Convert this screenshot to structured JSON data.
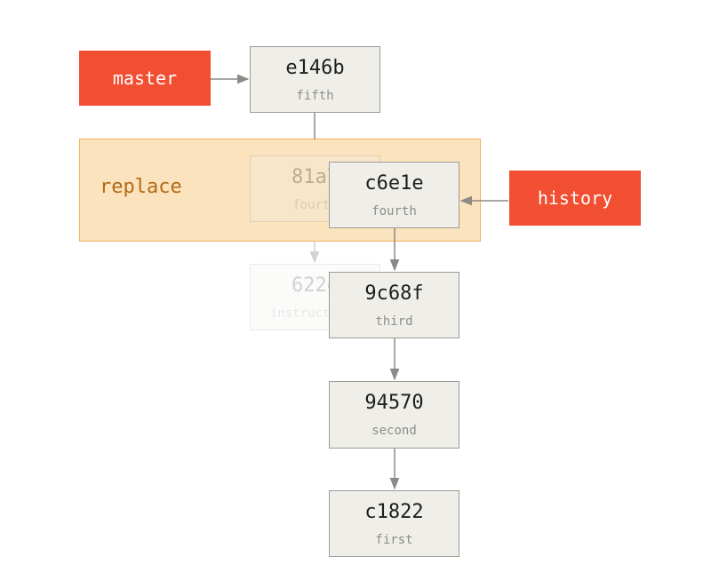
{
  "replace": {
    "label": "replace"
  },
  "refs": {
    "master": "master",
    "history": "history"
  },
  "commits": {
    "e146b": {
      "hash": "e146b",
      "message": "fifth"
    },
    "81a7": {
      "hash": "81a7",
      "message": "fourth"
    },
    "622e": {
      "hash": "622e",
      "message": "instructions"
    },
    "c6e1e": {
      "hash": "c6e1e",
      "message": "fourth"
    },
    "9c68f": {
      "hash": "9c68f",
      "message": "third"
    },
    "94570": {
      "hash": "94570",
      "message": "second"
    },
    "c1822": {
      "hash": "c1822",
      "message": "first"
    }
  },
  "colors": {
    "ref_fill": "#f14e32",
    "replace_fill": "#fbe3bd",
    "replace_border": "#f3b25d",
    "commit_fill": "#efeee8",
    "commit_border": "#9b9b98",
    "arrow": "#8a8a86"
  }
}
